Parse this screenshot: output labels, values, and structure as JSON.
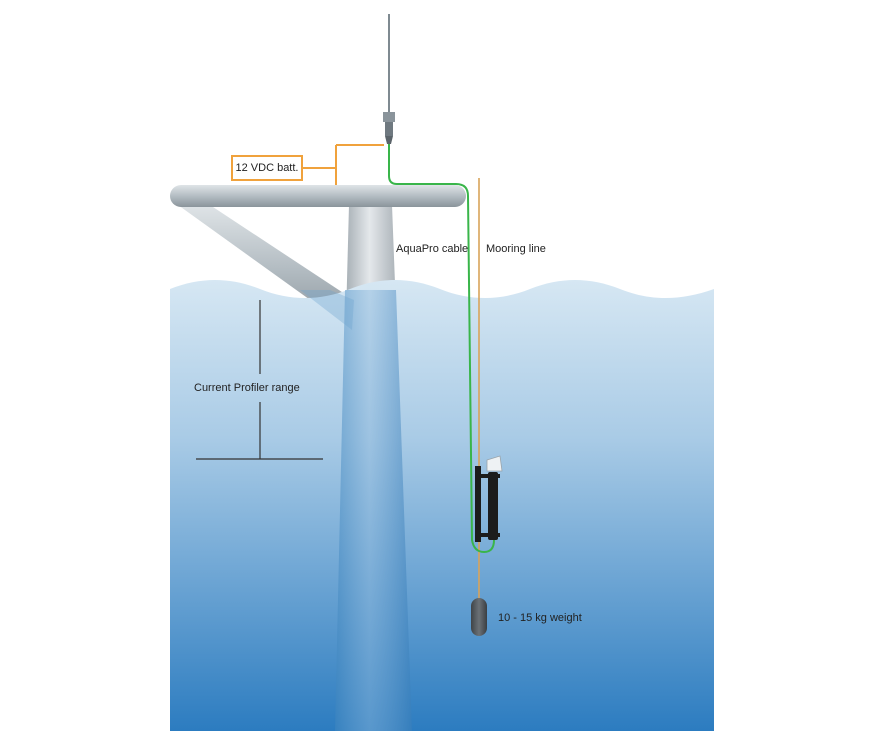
{
  "labels": {
    "battery": "12 VDC batt.",
    "aquapro_cable": "AquaPro cable",
    "mooring_line": "Mooring line",
    "profiler_range": "Current Profiler range",
    "weight": "10 - 15 kg weight"
  },
  "colors": {
    "water_top": "#cfe2f0",
    "water_bottom": "#2f7fc0",
    "pole": "#a9b3ba",
    "cable": "#39b54a",
    "mooring": "#d9a35a",
    "battery_wire": "#f0a23c",
    "instrument": "#1c1c1c",
    "weight": "#555a5e"
  },
  "icons": {
    "antenna": "antenna-icon",
    "profiler": "current-profiler-icon",
    "weight": "sinker-weight-icon"
  }
}
